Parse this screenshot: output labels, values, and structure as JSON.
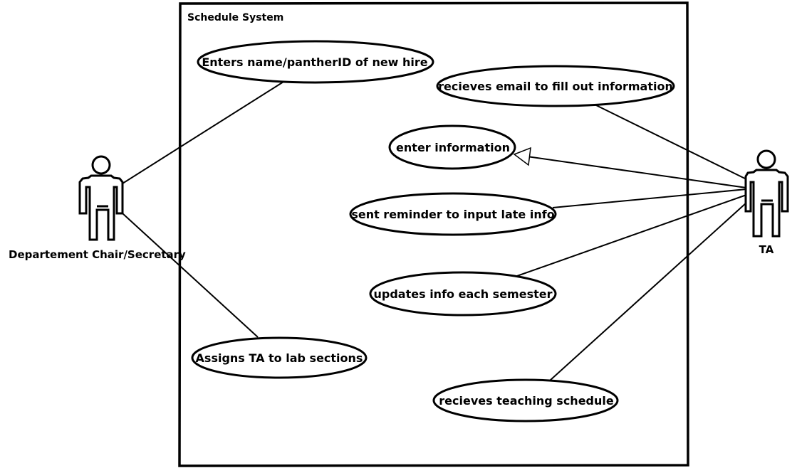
{
  "system": {
    "title": "Schedule System"
  },
  "actors": {
    "chair": "Departement Chair/Secretary",
    "ta": "TA"
  },
  "use_cases": {
    "enter_name": "Enters name/pantherID of new hire",
    "receive_email": "recieves email to fill out information",
    "enter_info": "enter information",
    "sent_reminder": "sent reminder to input late info",
    "update_info": "updates info each semester",
    "assign_ta": "Assigns TA to lab sections",
    "receive_schedule": "recieves teaching schedule"
  },
  "relationships": [
    {
      "from": "chair",
      "to": "enter_name",
      "kind": "association"
    },
    {
      "from": "chair",
      "to": "assign_ta",
      "kind": "association"
    },
    {
      "from": "ta",
      "to": "receive_email",
      "kind": "association"
    },
    {
      "from": "ta",
      "to": "enter_info",
      "kind": "generalization"
    },
    {
      "from": "ta",
      "to": "sent_reminder",
      "kind": "association"
    },
    {
      "from": "ta",
      "to": "update_info",
      "kind": "association"
    },
    {
      "from": "ta",
      "to": "receive_schedule",
      "kind": "association"
    }
  ],
  "colors": {
    "stroke": "#000000",
    "background": "#ffffff"
  }
}
